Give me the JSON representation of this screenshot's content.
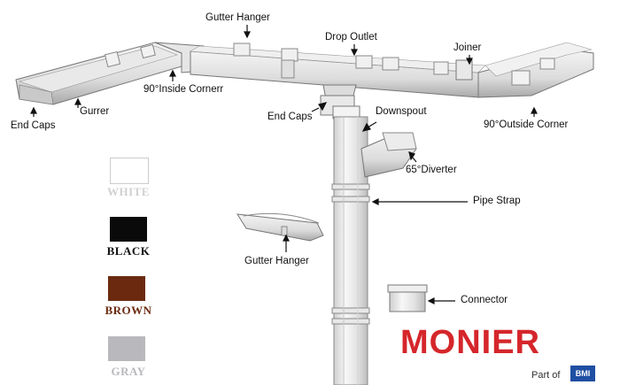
{
  "labels": {
    "gutter_hanger_top": "Gutter Hanger",
    "drop_outlet": "Drop Outlet",
    "joiner": "Joiner",
    "inside_corner": "90°Inside Cornerr",
    "gurrer": "Gurrer",
    "end_caps_left": "End Caps",
    "end_caps_center": "End Caps",
    "downspout": "Downspout",
    "outside_corner": "90°Outside Corner",
    "diverter": "65°Diverter",
    "pipe_strap": "Pipe Strap",
    "gutter_hanger_bottom": "Gutter Hanger",
    "connector": "Connector"
  },
  "swatches": [
    {
      "name": "WHITE",
      "color": "#ffffff",
      "text_color": "#d0d0d0"
    },
    {
      "name": "BLACK",
      "color": "#0a0a0a",
      "text_color": "#111111"
    },
    {
      "name": "BROWN",
      "color": "#6b2a10",
      "text_color": "#6b2a10"
    },
    {
      "name": "GRAY",
      "color": "#b9b9bd",
      "text_color": "#b9b9bd"
    }
  ],
  "brand": {
    "name": "MONIER",
    "part_of": "Part of",
    "parent": "BMI",
    "brand_color": "#d5262b",
    "parent_color": "#1f4fa3"
  }
}
